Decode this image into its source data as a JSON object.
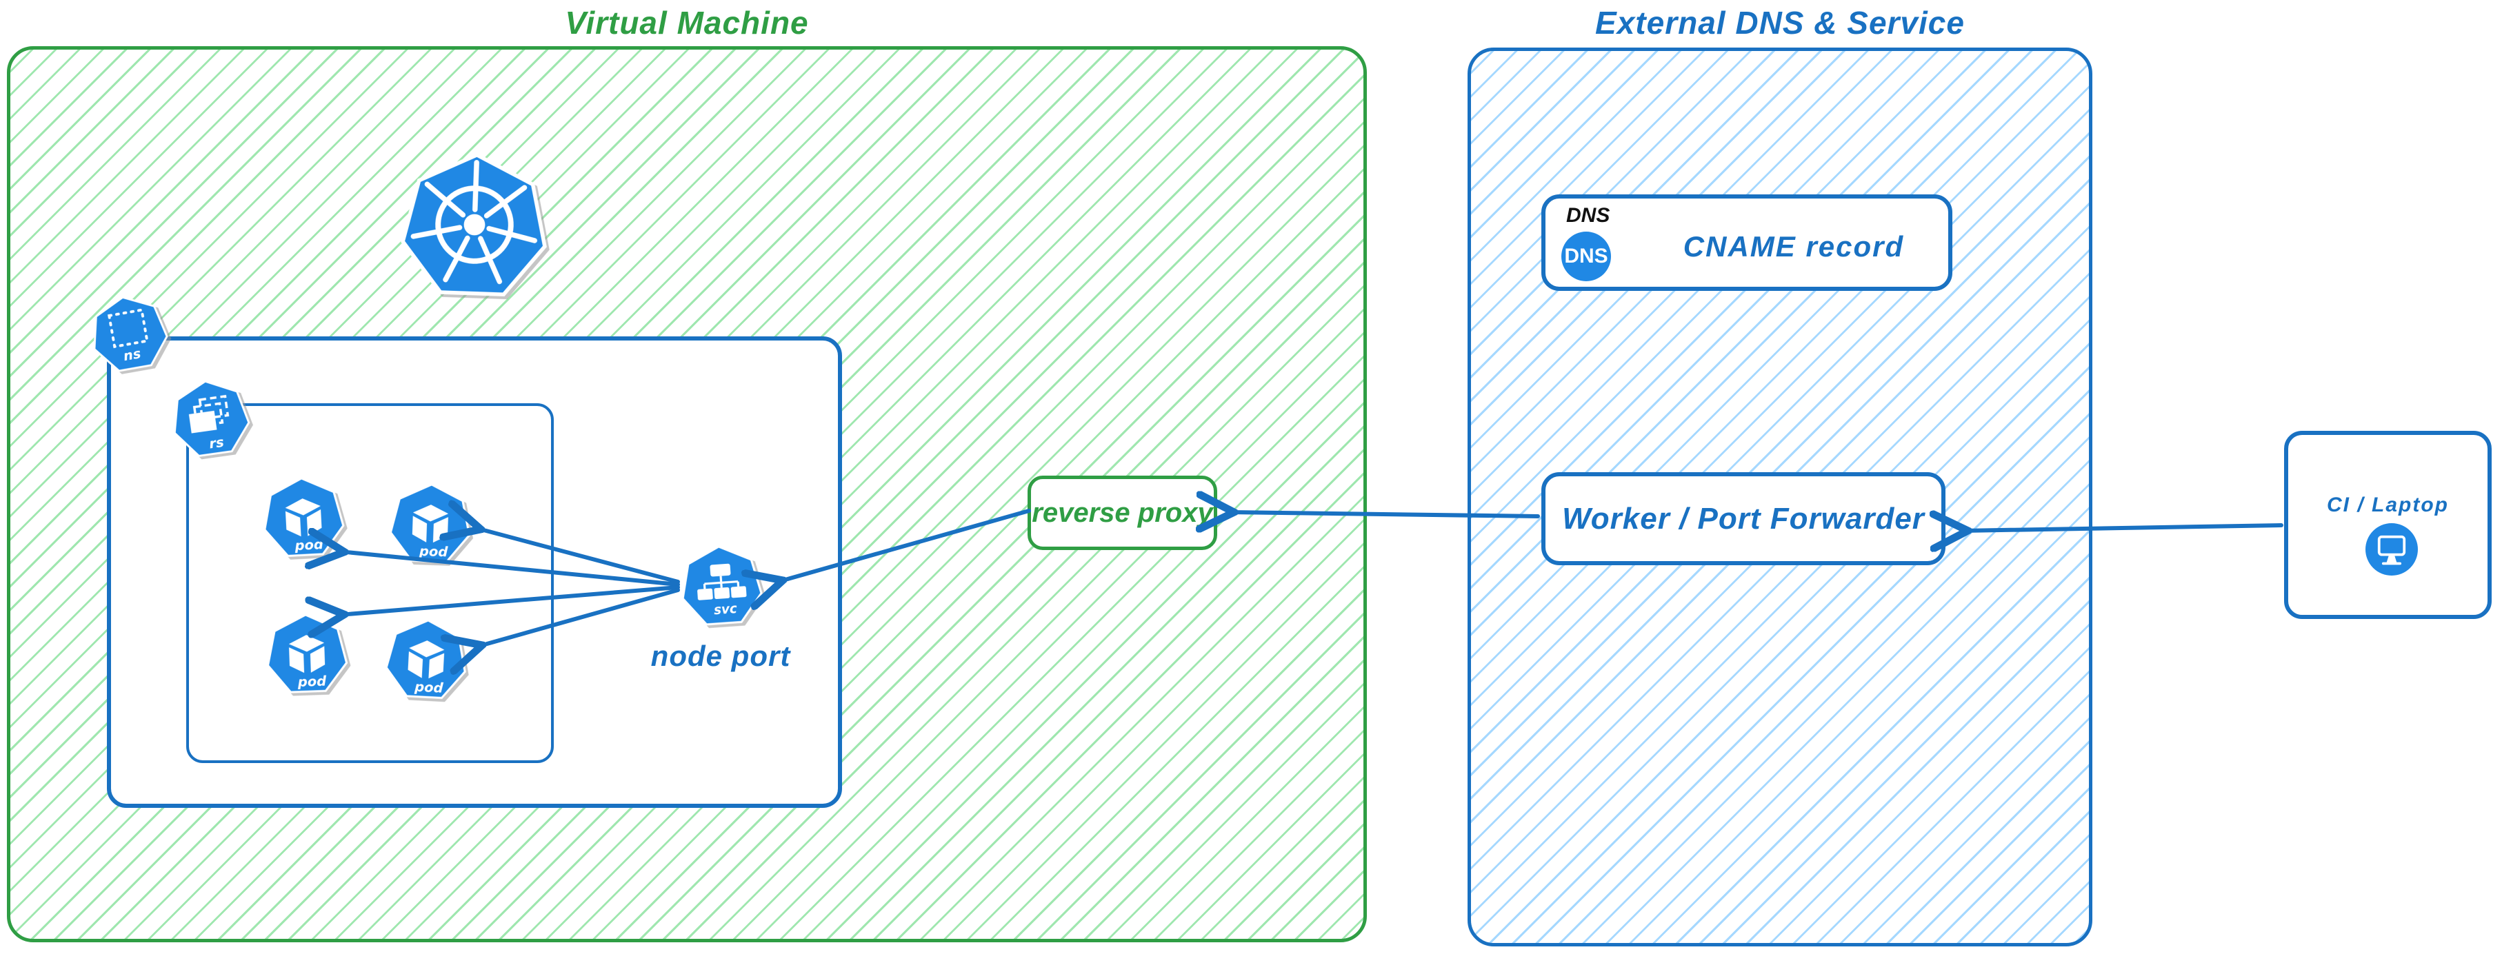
{
  "colors": {
    "green": "#2f9e44",
    "green_hatch": "#9fe7af",
    "blue": "#1971c2",
    "blue_hatch": "#a5d8ff",
    "icon_blue": "#2088e4",
    "ink": "#111111"
  },
  "vm": {
    "title": "Virtual Machine"
  },
  "external": {
    "title": "External DNS & Service"
  },
  "dns_card": {
    "heading": "DNS",
    "icon_text": "DNS",
    "label": "CNAME record"
  },
  "worker_card": {
    "label": "Worker / Port Forwarder"
  },
  "reverse_proxy": {
    "label": "reverse proxy"
  },
  "ci_card": {
    "label": "CI / Laptop"
  },
  "kubernetes": {
    "node_port_label": "node port",
    "namespace_icon_label": "ns",
    "replicaset_icon_label": "rs",
    "pod_icon_label": "pod",
    "service_icon_label": "svc"
  }
}
